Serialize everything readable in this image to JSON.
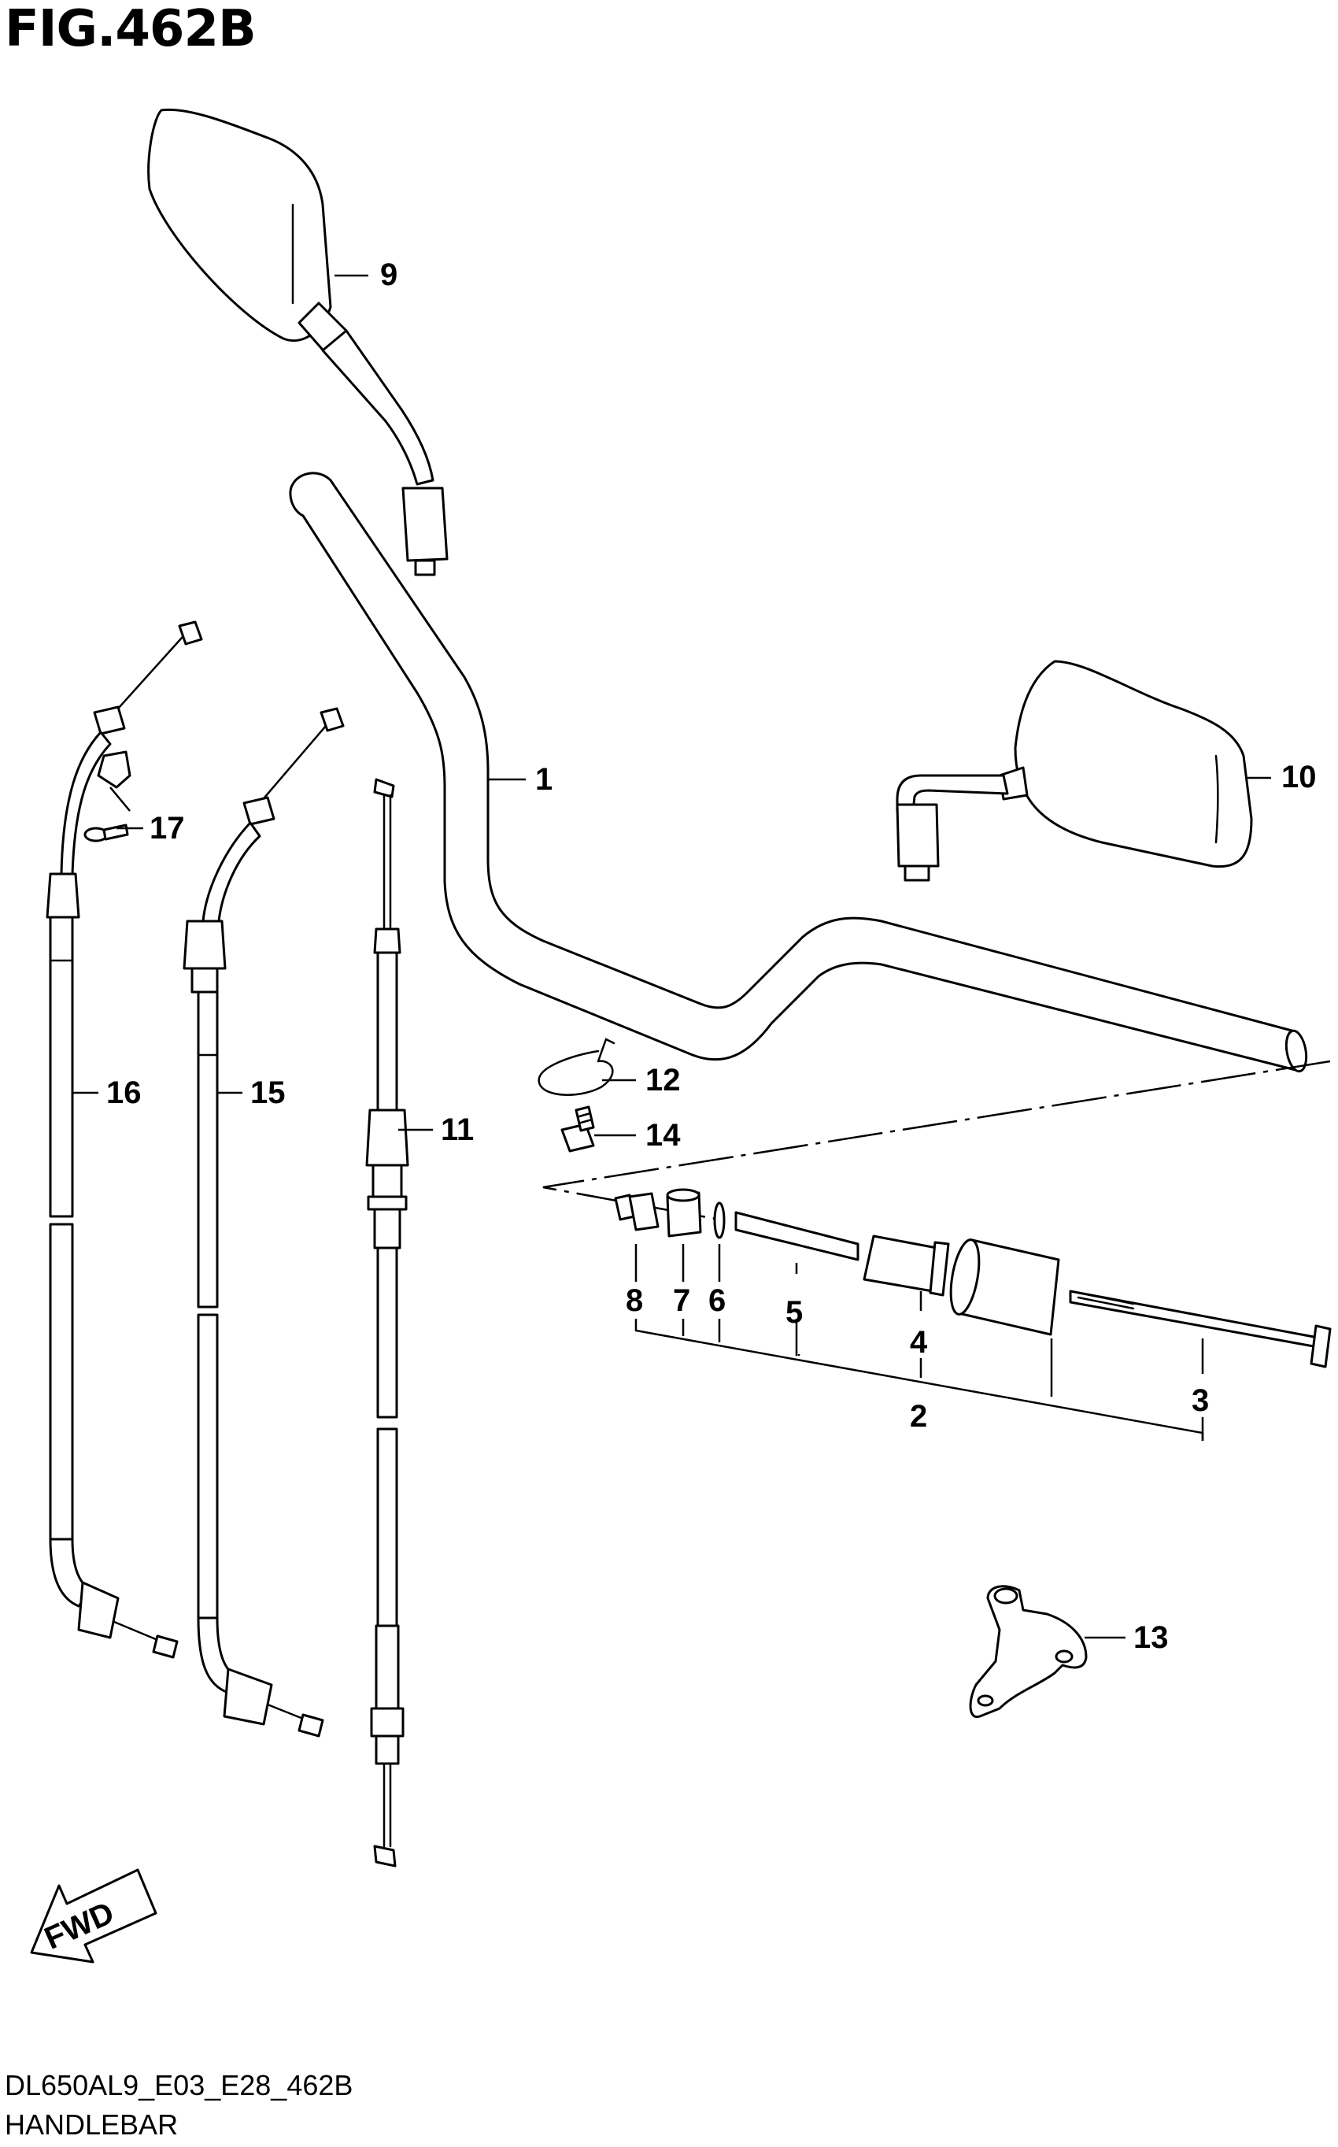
{
  "figure": {
    "title": "FIG.462B",
    "model_code": "DL650AL9_E03_E28_462B",
    "name": "HANDLEBAR"
  },
  "direction_badge": "FWD",
  "callouts": {
    "c1": "1",
    "c2": "2",
    "c3": "3",
    "c4": "4",
    "c5": "5",
    "c6": "6",
    "c7": "7",
    "c8": "8",
    "c9": "9",
    "c10": "10",
    "c11": "11",
    "c12": "12",
    "c13": "13",
    "c14": "14",
    "c15": "15",
    "c16": "16",
    "c17": "17"
  }
}
